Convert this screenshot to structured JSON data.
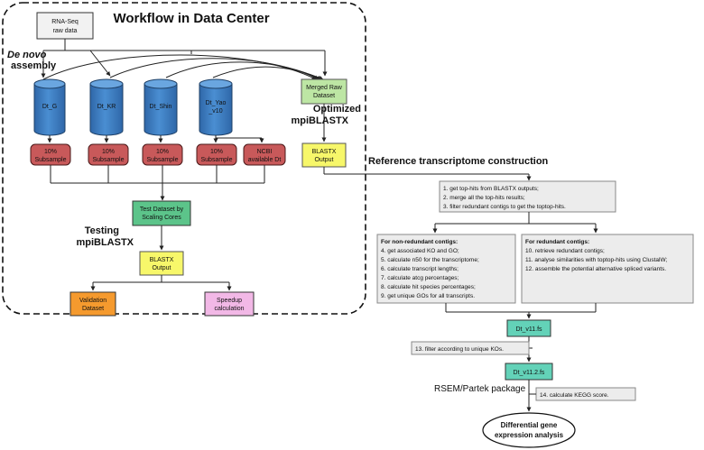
{
  "title": "Workflow in Data Center",
  "labels": {
    "de_novo_1": "De novo",
    "de_novo_2": "assembly",
    "optimized_1": "Optimized",
    "optimized_2": "mpiBLASTX",
    "testing_1": "Testing",
    "testing_2": "mpiBLASTX",
    "reference": "Reference  transcriptome construction",
    "rsem": "RSEM/Partek package"
  },
  "nodes": {
    "rnaseq_1": "RNA-Seq",
    "rnaseq_2": "raw data",
    "cyl_g": "Dt_G",
    "cyl_kr": "Dt_KR",
    "cyl_shin": "Dt_Shin",
    "cyl_yao_1": "Dt_Yao",
    "cyl_yao_2": "_v10",
    "sub_1": "10%",
    "sub_2": "Subsample",
    "ncbi_1": "NCBI",
    "ncbi_2": "available Dt",
    "merged_1": "Merged Raw",
    "merged_2": "Dataset",
    "blastx_1": "BLASTX",
    "blastx_2": "Output",
    "test_1": "Test Dataset by",
    "test_2": "Scaling Cores",
    "validation_1": "Validation",
    "validation_2": "Dataset",
    "speedup_1": "Speedup",
    "speedup_2": "calculation",
    "v11": "Dt_v11.fs",
    "v112": "Dt_v11.2.fs",
    "deg_1": "Differential gene",
    "deg_2": "expression analysis"
  },
  "steps_top": [
    "1. get top-hits from BLASTX outputs;",
    "2. merge all the top-hits results;",
    "3. filter redundant contigs to get the toptop-hits."
  ],
  "nonredundant": {
    "heading": "For non-redundant contigs:",
    "items": [
      "4. get associated KO and GO;",
      "5. calculate n50 for the transcriptome;",
      "6. calculate transcript lengths;",
      "7. calculate atcg percentages;",
      "8. calculate hit species percentages;",
      "9. get unique GOs for all transcripts."
    ]
  },
  "redundant": {
    "heading": "For redundant contigs:",
    "items": [
      "10. retrieve redundant contigs;",
      "11. analyse similarities with toptop-hits using ClustalW;",
      "12. assemble the potential alternative spliced variants."
    ]
  },
  "step13": "13. filter according to unique KOs.",
  "step14": "14. calculate KEGG score.",
  "colors": {
    "cylinder": "#3f7fc4",
    "subsample": "#c8595a",
    "merged": "#bde6a4",
    "yellow": "#f7f76a",
    "test": "#5cc48a",
    "validation": "#f59a2e",
    "speedup": "#f2b8e6",
    "teal": "#63d2b8",
    "stepbox": "#ececec"
  }
}
